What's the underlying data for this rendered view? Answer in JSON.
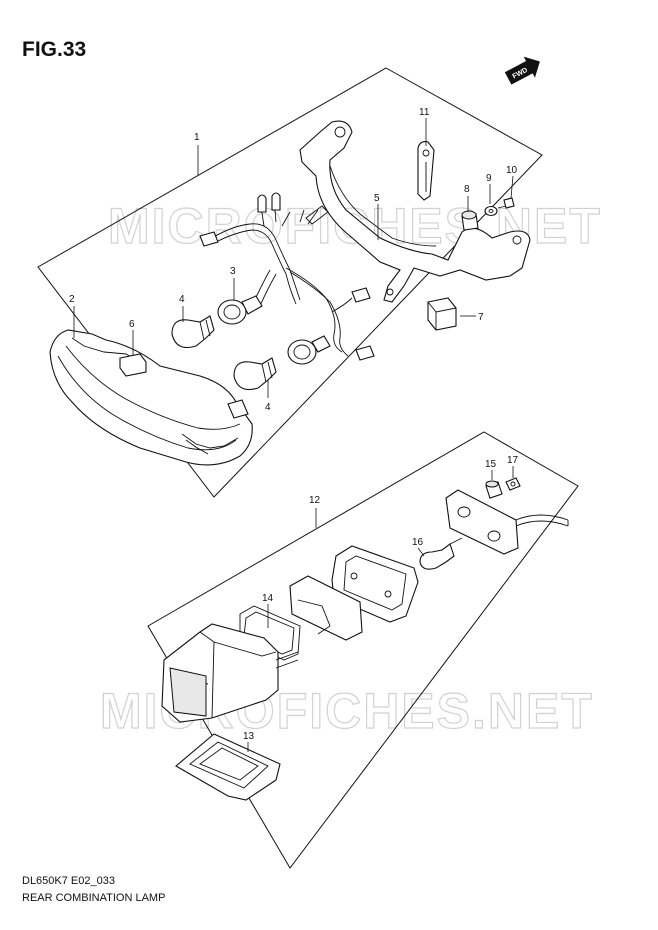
{
  "figure_title": "FIG.33",
  "forward_marker": "FWD",
  "watermark": "MICROFICHES.NET",
  "part_numbers": {
    "p1": "1",
    "p2": "2",
    "p3": "3",
    "p4a": "4",
    "p4b": "4",
    "p5": "5",
    "p6": "6",
    "p7": "7",
    "p8": "8",
    "p9": "9",
    "p10": "10",
    "p11": "11",
    "p12": "12",
    "p13": "13",
    "p14": "14",
    "p15": "15",
    "p16": "16",
    "p17": "17"
  },
  "diagram_code": "DL650K7 E02_033",
  "caption": "REAR COMBINATION LAMP"
}
